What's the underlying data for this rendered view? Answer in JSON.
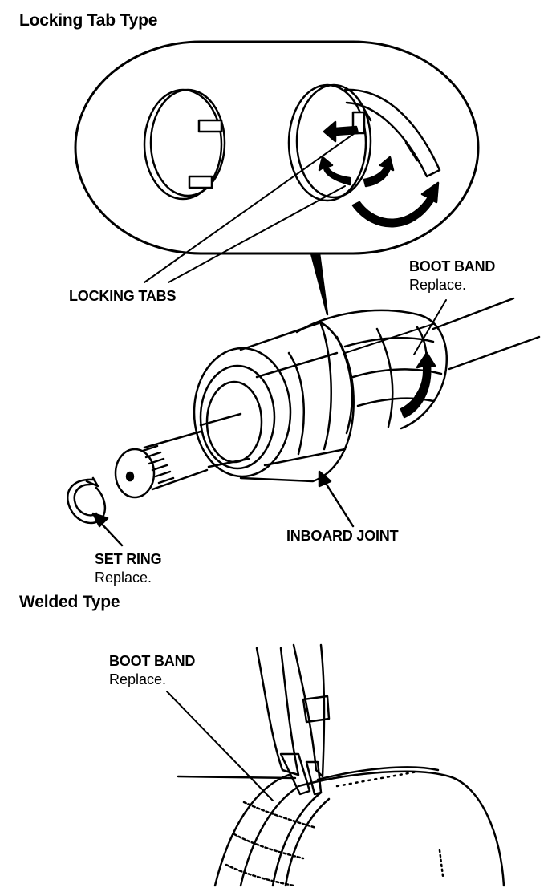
{
  "sections": {
    "locking": {
      "title": "Locking Tab Type"
    },
    "welded": {
      "title": "Welded Type"
    }
  },
  "labels": {
    "locking_tabs": "LOCKING TABS",
    "boot_band_top": {
      "name": "BOOT BAND",
      "note": "Replace."
    },
    "inboard_joint": "INBOARD JOINT",
    "set_ring": {
      "name": "SET RING",
      "note": "Replace."
    },
    "boot_band_bottom": {
      "name": "BOOT BAND",
      "note": "Replace."
    }
  }
}
